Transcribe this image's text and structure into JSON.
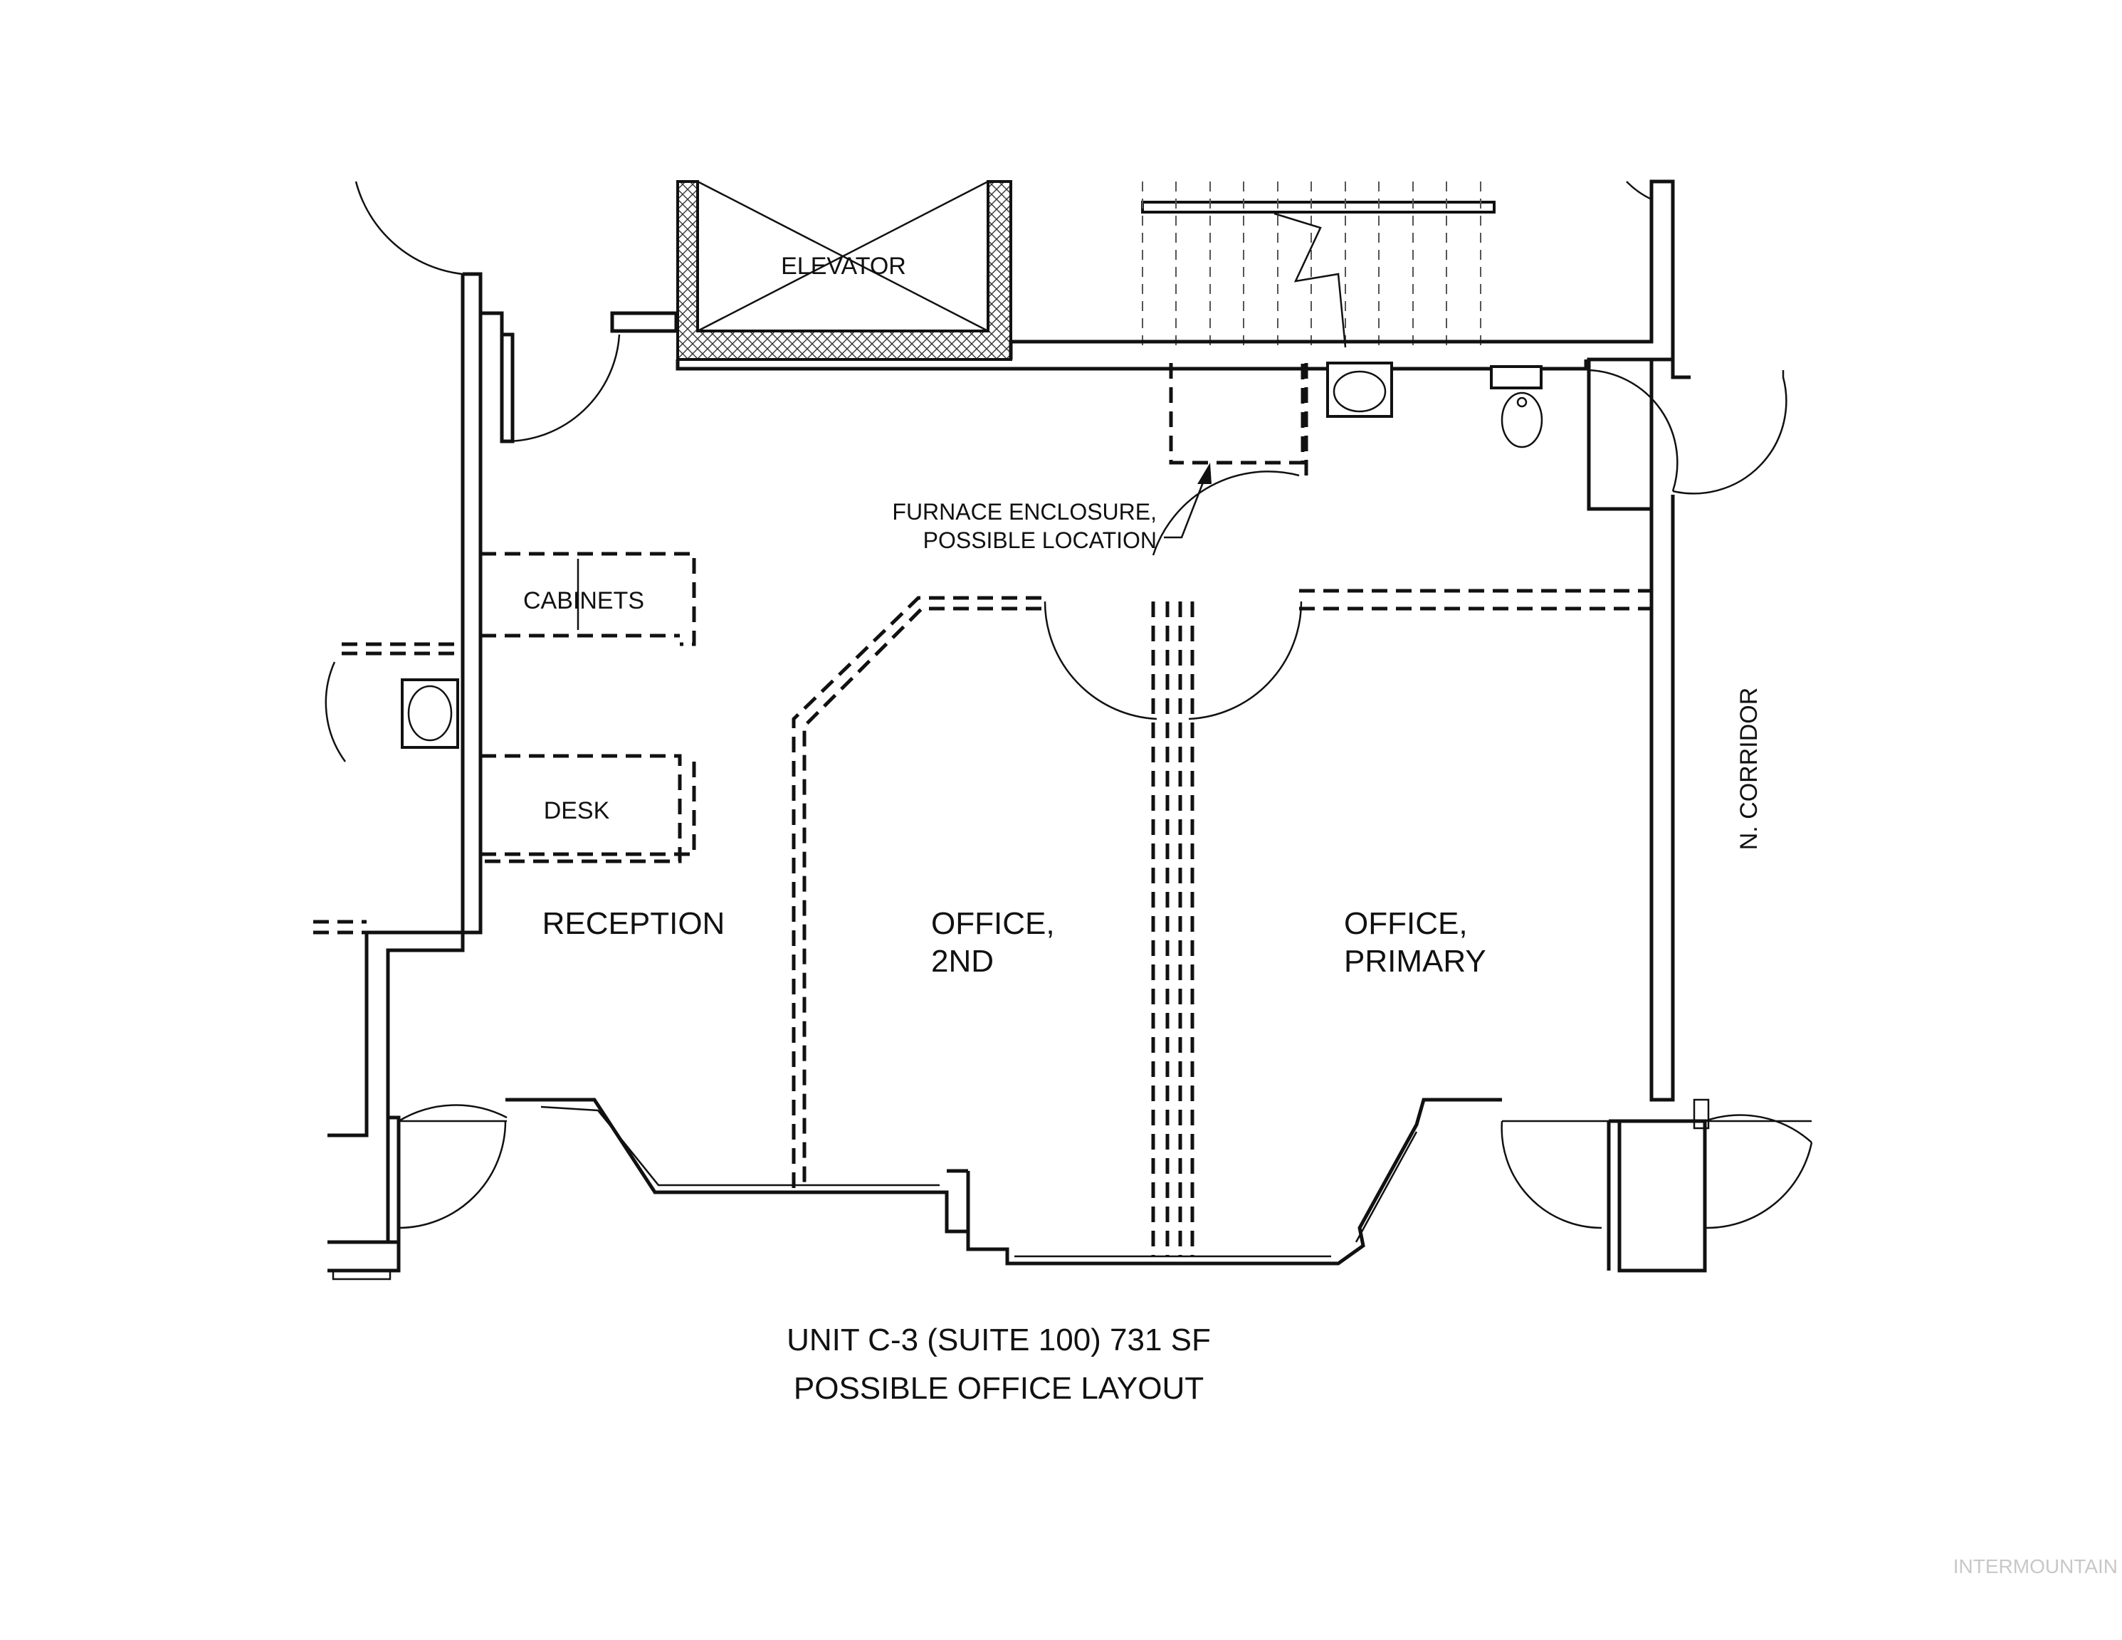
{
  "labels": {
    "elevator": "ELEVATOR",
    "furnace_line1": "FURNACE ENCLOSURE,",
    "furnace_line2": "POSSIBLE LOCATION",
    "cabinets": "CABINETS",
    "desk": "DESK",
    "reception": "RECEPTION",
    "office_2nd_line1": "OFFICE,",
    "office_2nd_line2": "2ND",
    "office_primary_line1": "OFFICE,",
    "office_primary_line2": "PRIMARY",
    "corridor": "N. CORRIDOR"
  },
  "caption": {
    "line1": "UNIT C-3 (SUITE 100) 731 SF",
    "line2": "POSSIBLE OFFICE LAYOUT"
  },
  "watermark": "INTERMOUNTAIN"
}
